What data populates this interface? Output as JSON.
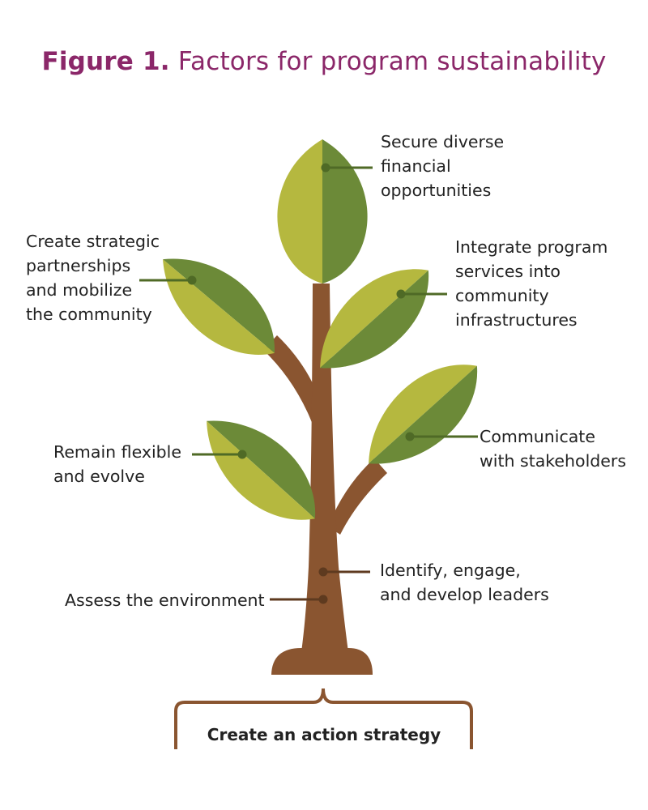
{
  "title": {
    "prefix": "Figure 1.",
    "text": "Factors for program sustainability"
  },
  "colors": {
    "title": "#8b2769",
    "trunk": "#8a5530",
    "leaf_light": "#b5b83f",
    "leaf_dark": "#6c8a38",
    "connector_green": "#4f6a26",
    "connector_brown": "#5e3a1f",
    "root_line": "#8a5530",
    "text": "#222222"
  },
  "factors": {
    "top": [
      "Secure diverse",
      "financial",
      "opportunities"
    ],
    "upper_left": [
      "Create strategic",
      "partnerships",
      "and mobilize",
      "the community"
    ],
    "upper_right": [
      "Integrate program",
      "services into",
      "community",
      "infrastructures"
    ],
    "lower_left": [
      "Remain flexible",
      "and evolve"
    ],
    "lower_right": [
      "Communicate",
      "with stakeholders"
    ],
    "trunk_right": [
      "Identify, engage,",
      "and develop leaders"
    ],
    "trunk_left": [
      "Assess the environment"
    ]
  },
  "base_label": "Create an action strategy"
}
